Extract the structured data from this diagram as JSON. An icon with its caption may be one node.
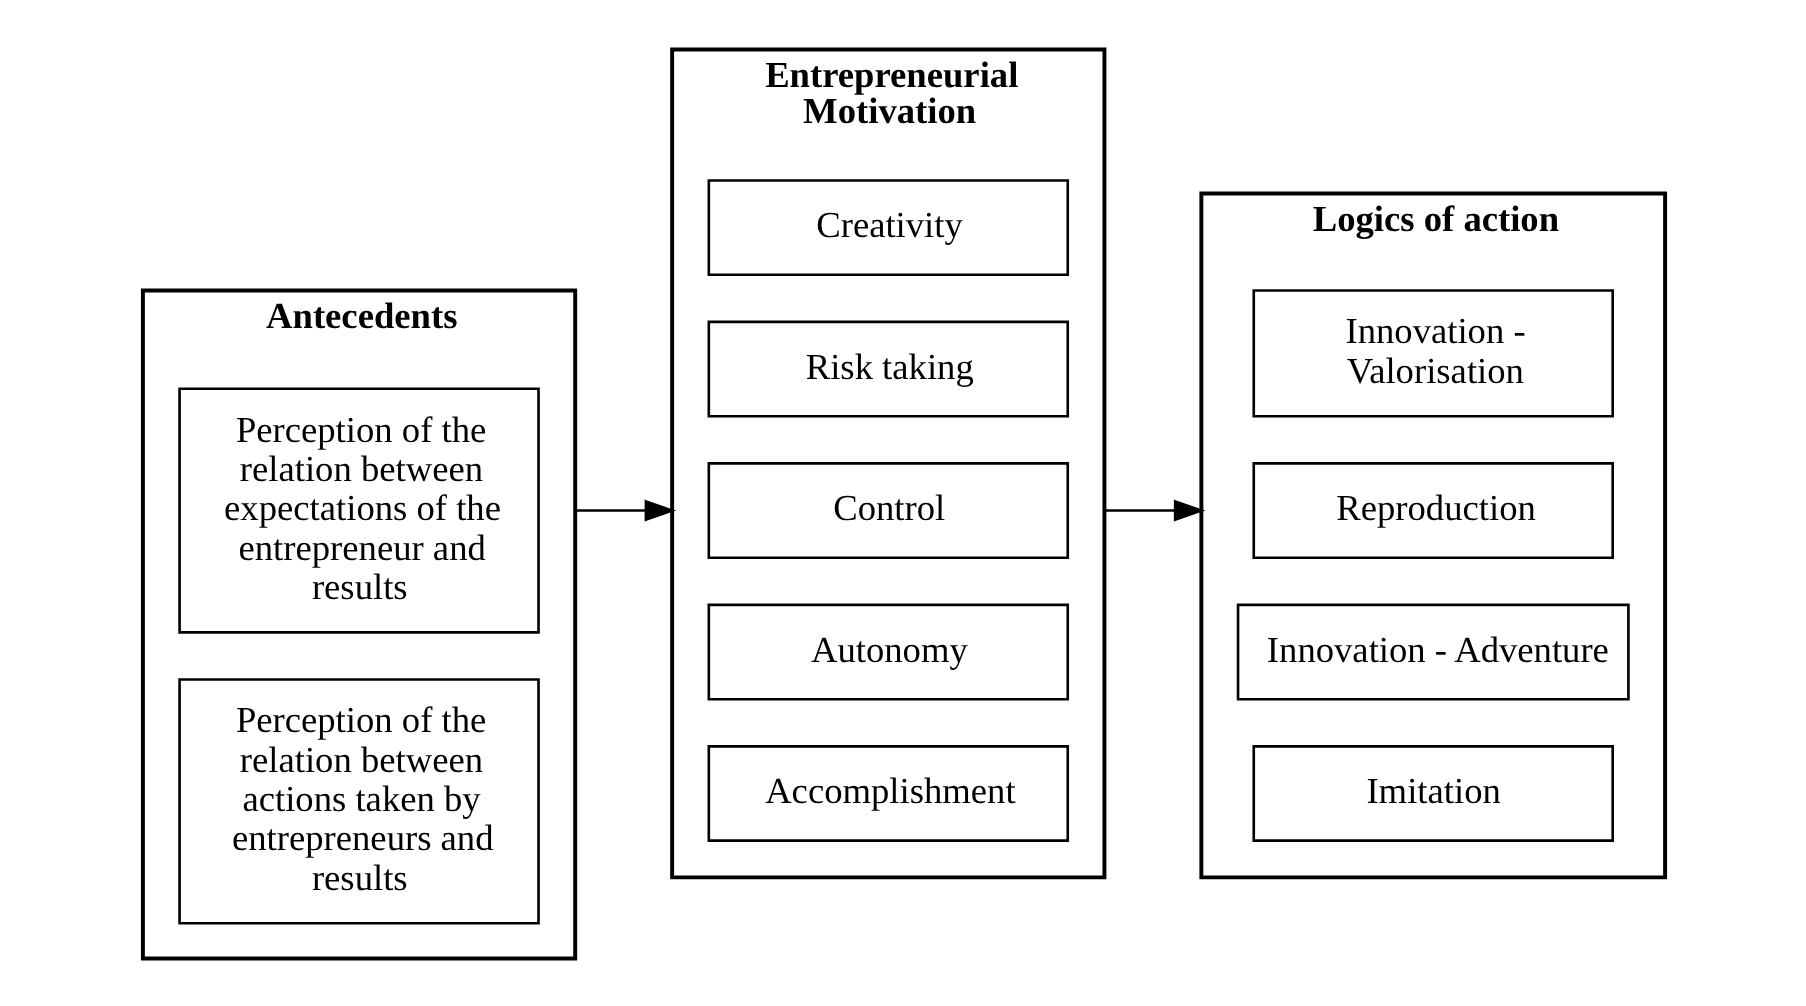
{
  "diagram": {
    "nodes": [
      {
        "text": [
          "Antecedents"
        ]
      },
      {
        "text": [
          "Perception of the relation between actions taken by entrepreneurs and results"
        ],
        "in": 0
      },
      {
        "text": [
          "Perception of the relation between expectations of the entrepreneur and results"
        ],
        "in": 0
      },
      {
        "text": [
          "Entrepreneurial Motivation"
        ]
      },
      {
        "text": [
          "Accomplishment"
        ],
        "in": 3
      },
      {
        "text": [
          "Autonomy"
        ],
        "in": 3
      },
      {
        "text": [
          "Control"
        ],
        "in": 3
      },
      {
        "text": [
          "Risk taking"
        ],
        "in": 3
      },
      {
        "text": [
          "Creativity"
        ],
        "in": 3
      },
      {
        "text": [
          "Logics of action"
        ]
      },
      {
        "text": [
          "Imitation"
        ],
        "in": 9
      },
      {
        "text": [
          "Innovation - Adventure"
        ],
        "in": 9
      },
      {
        "text": [
          "Reproduction"
        ],
        "in": 9
      },
      {
        "text": [
          "Innovation - Valorisation"
        ],
        "in": 9
      }
    ],
    "edges": [
      {
        "from": 0,
        "to": 3,
        "arrow": "to"
      },
      {
        "from": 3,
        "to": 9,
        "arrow": "to"
      }
    ]
  }
}
